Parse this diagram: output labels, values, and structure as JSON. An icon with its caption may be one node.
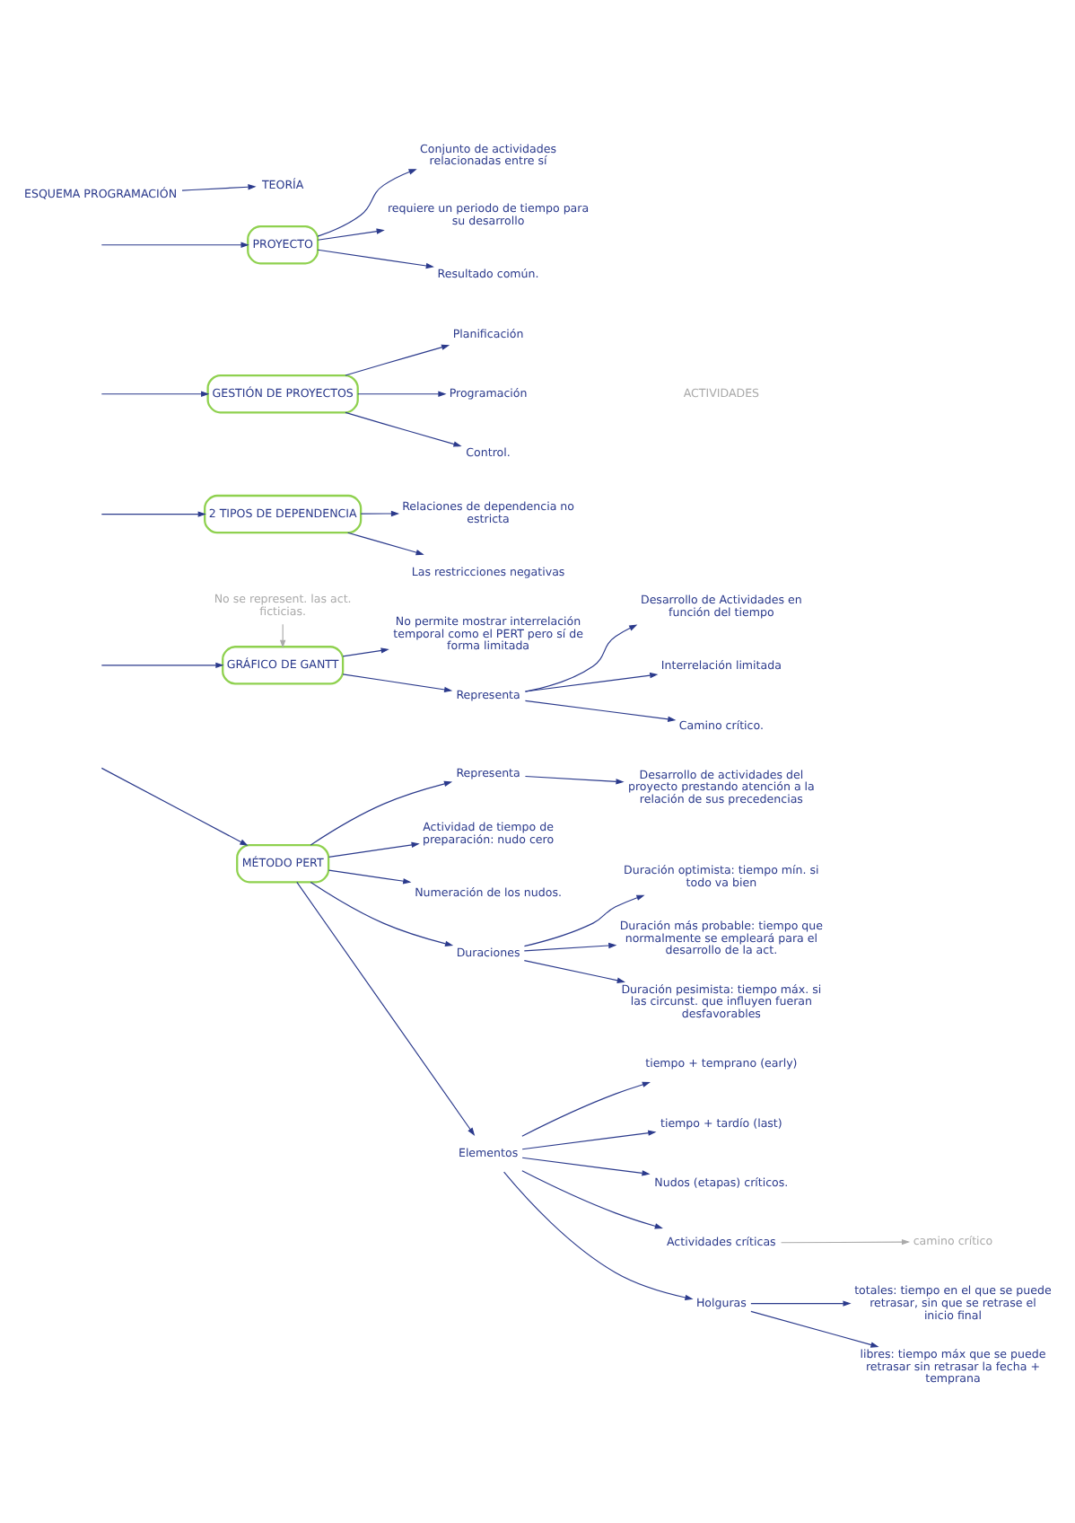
{
  "diagram": {
    "nodes": [
      {
        "text": [
          "ESQUEMA PROGRAMACIÓN"
        ]
      },
      {
        "text": [
          "TEORÍA"
        ]
      },
      {
        "text": [
          "PROYECTO"
        ]
      },
      {
        "text": [
          "Conjunto de actividades relacionadas entre sí"
        ]
      },
      {
        "text": [
          "requiere un periodo de tiempo para su desarrollo"
        ]
      },
      {
        "text": [
          "Resultado común."
        ]
      },
      {
        "text": [
          "GESTIÓN DE PROYECTOS"
        ]
      },
      {
        "text": [
          "Planificación"
        ]
      },
      {
        "text": [
          "Programación"
        ]
      },
      {
        "text": [
          "Control."
        ]
      },
      {
        "text": [
          "2 TIPOS DE DEPENDENCIA"
        ]
      },
      {
        "text": [
          "Relaciones de dependencia no estricta"
        ]
      },
      {
        "text": [
          "Las restricciones negativas"
        ]
      },
      {
        "text": [
          "GRÁFICO DE GANTT"
        ]
      },
      {
        "text": [
          "No permite mostrar interrelación temporal como el PERT pero sí de forma limitada"
        ]
      },
      {
        "text": [
          "Representa"
        ]
      },
      {
        "text": [
          "Desarrollo de Actividades en función del tiempo"
        ]
      },
      {
        "text": [
          "Interrelación limitada"
        ]
      },
      {
        "text": [
          "Camino crítico."
        ]
      },
      {
        "text": [
          "No se represent. las act. ficticias."
        ]
      },
      {
        "text": [
          "MÉTODO PERT"
        ]
      },
      {
        "text": [
          "Representa"
        ]
      },
      {
        "text": [
          "Desarrollo de actividades del proyecto prestando atención a la relación de sus precedencias"
        ]
      },
      {
        "text": [
          "Actividad de tiempo de preparación: nudo cero"
        ]
      },
      {
        "text": [
          "Numeración de los nudos."
        ]
      },
      {
        "text": [
          "Duraciones"
        ]
      },
      {
        "text": [
          "Duración optimista: tiempo mín. si todo va bien"
        ]
      },
      {
        "text": [
          "Duración más probable: tiempo que normalmente se empleará para el desarrollo de la act."
        ]
      },
      {
        "text": [
          "Duración pesimista: tiempo máx. si las circunst. que influyen fueran desfavorables"
        ]
      },
      {
        "text": [
          "Elementos"
        ]
      },
      {
        "text": [
          "tiempo + temprano (early)"
        ]
      },
      {
        "text": [
          "tiempo + tardío (last)"
        ]
      },
      {
        "text": [
          "Nudos (etapas) críticos."
        ]
      },
      {
        "text": [
          "Actividades críticas"
        ]
      },
      {
        "text": [
          "Holguras"
        ]
      },
      {
        "text": [
          "totales: tiempo en el que se puede retrasar, sin que se retrase el inicio final"
        ]
      },
      {
        "text": [
          "camino crítico"
        ]
      },
      {
        "text": [
          "libres: tiempo máx que se puede retrasar sin retrasar la fecha + temprana"
        ]
      }
    ],
    "edges": [
      {
        "from": 0,
        "to": 1,
        "arrow": "to"
      },
      {
        "from": null,
        "to": 2,
        "arrow": "to"
      },
      {
        "from": 2,
        "to": 3,
        "arrow": "to"
      },
      {
        "from": 2,
        "to": 4,
        "arrow": "to"
      },
      {
        "from": 2,
        "to": 5,
        "arrow": "to"
      },
      {
        "from": null,
        "to": 6,
        "arrow": "to"
      },
      {
        "from": 6,
        "to": 7,
        "arrow": "to"
      },
      {
        "from": 6,
        "to": 8,
        "arrow": "to"
      },
      {
        "from": 6,
        "to": 9,
        "arrow": "to"
      },
      {
        "from": null,
        "to": 10,
        "arrow": "to"
      },
      {
        "from": 10,
        "to": 11,
        "arrow": "to"
      },
      {
        "from": 10,
        "to": 12,
        "arrow": "to"
      },
      {
        "from": null,
        "to": 13,
        "arrow": "to"
      },
      {
        "from": 13,
        "to": 14,
        "arrow": "to"
      },
      {
        "from": 13,
        "to": 15,
        "arrow": "to"
      },
      {
        "from": 15,
        "to": 16,
        "arrow": "to"
      },
      {
        "from": 15,
        "to": 17,
        "arrow": "to"
      },
      {
        "from": 15,
        "to": 18,
        "arrow": "to"
      },
      {
        "from": 19,
        "to": 13,
        "arrow": "to",
        "color": "#aaaaaa"
      },
      {
        "from": null,
        "to": 20,
        "arrow": "to"
      },
      {
        "from": 20,
        "to": 21,
        "arrow": "to"
      },
      {
        "from": 21,
        "to": 22,
        "arrow": "to"
      },
      {
        "from": 20,
        "to": 23,
        "arrow": "to"
      },
      {
        "from": 20,
        "to": 24,
        "arrow": "to"
      },
      {
        "from": 20,
        "to": 25,
        "arrow": "to"
      },
      {
        "from": 25,
        "to": 26,
        "arrow": "to"
      },
      {
        "from": 25,
        "to": 27,
        "arrow": "to"
      },
      {
        "from": 25,
        "to": 28,
        "arrow": "to"
      },
      {
        "from": 20,
        "to": 29,
        "arrow": "to"
      },
      {
        "from": 29,
        "to": 30,
        "arrow": "to"
      },
      {
        "from": 29,
        "to": 31,
        "arrow": "to"
      },
      {
        "from": 29,
        "to": 32,
        "arrow": "to"
      },
      {
        "from": 29,
        "to": 33,
        "arrow": "to"
      },
      {
        "from": 29,
        "to": 34,
        "arrow": "to"
      },
      {
        "from": 34,
        "to": 35,
        "arrow": "to"
      },
      {
        "from": 34,
        "to": 37,
        "arrow": "to"
      },
      {
        "from": 33,
        "to": 36,
        "arrow": "to",
        "color": "#aaaaaa"
      }
    ],
    "labels": [
      "ACTIVIDADES"
    ]
  }
}
